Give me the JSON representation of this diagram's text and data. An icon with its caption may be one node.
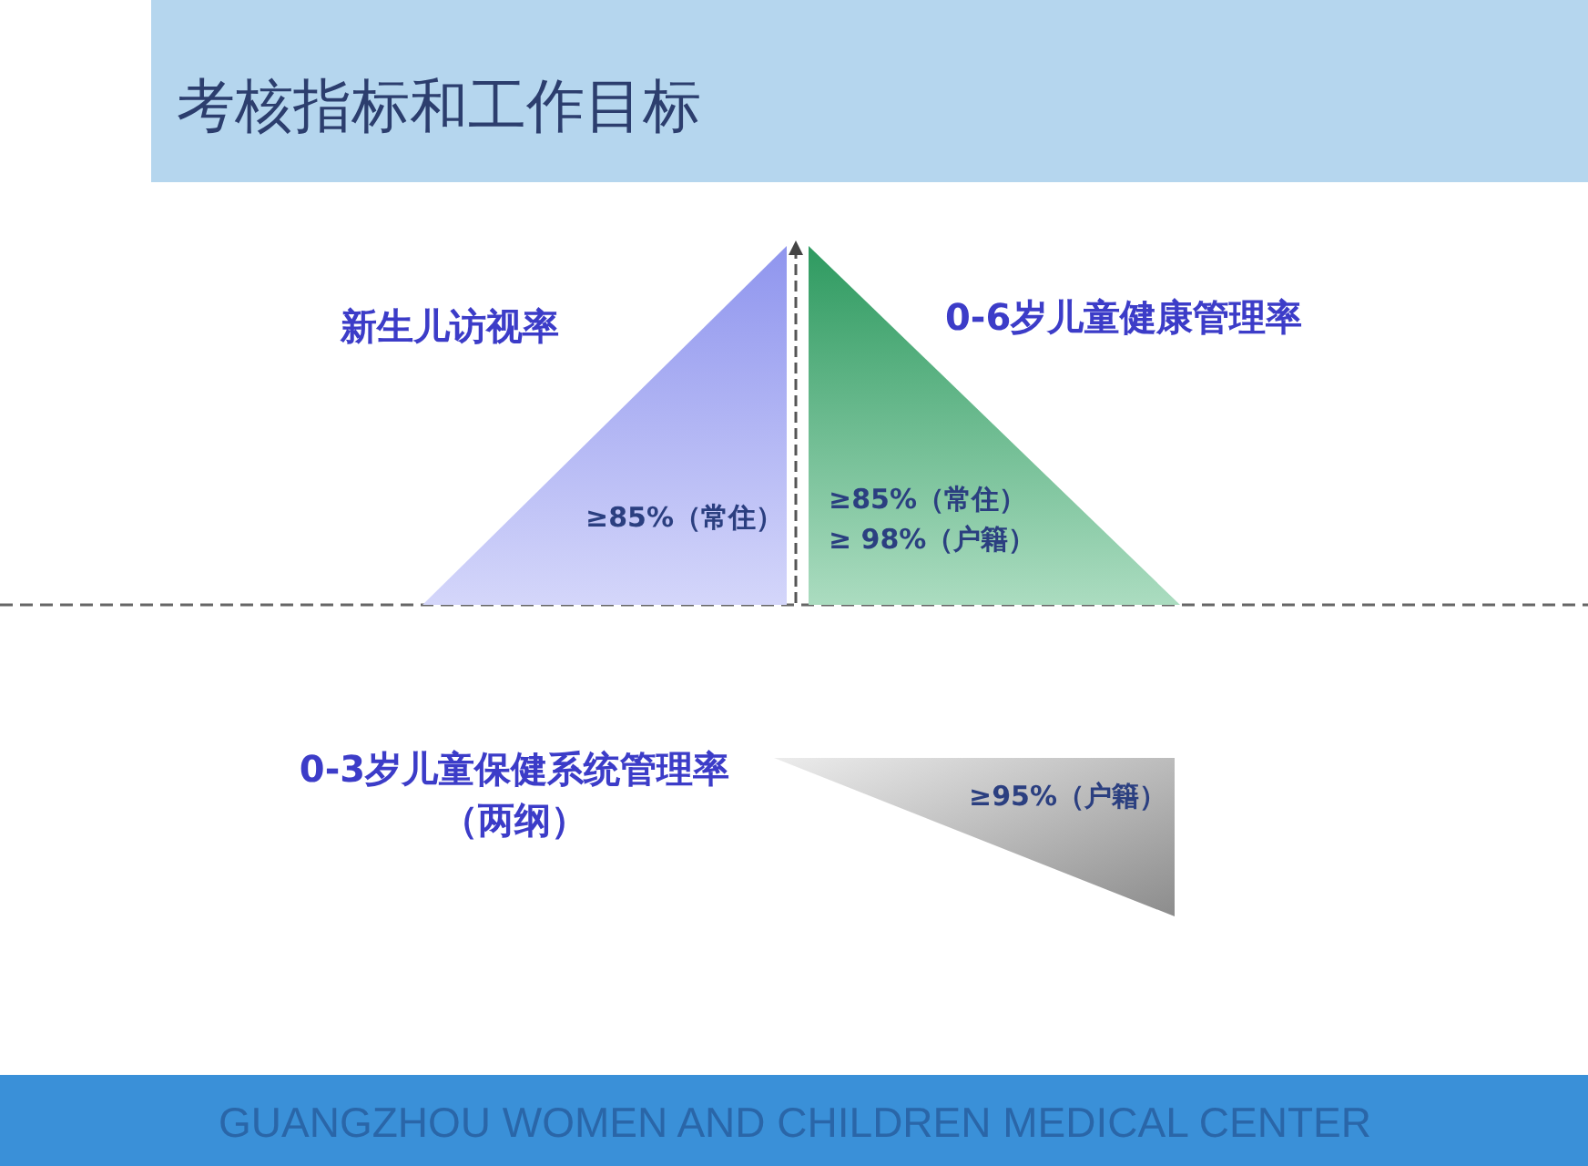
{
  "diagram": {
    "title": "考核指标和工作目标",
    "nodes": [
      {
        "text": [
          "新生儿访视率",
          "≥85%（常住）"
        ]
      },
      {
        "text": [
          "0-6岁儿童健康管理率",
          "≥85%（常住）",
          "≥ 98%（户籍）"
        ]
      },
      {
        "text": [
          "0-3岁儿童保健系统管理率（两纲）",
          "≥95%（户籍）"
        ]
      }
    ],
    "edges": [],
    "labels": [
      "GUANGZHOU WOMEN AND CHILDREN MEDICAL CENTER"
    ]
  }
}
